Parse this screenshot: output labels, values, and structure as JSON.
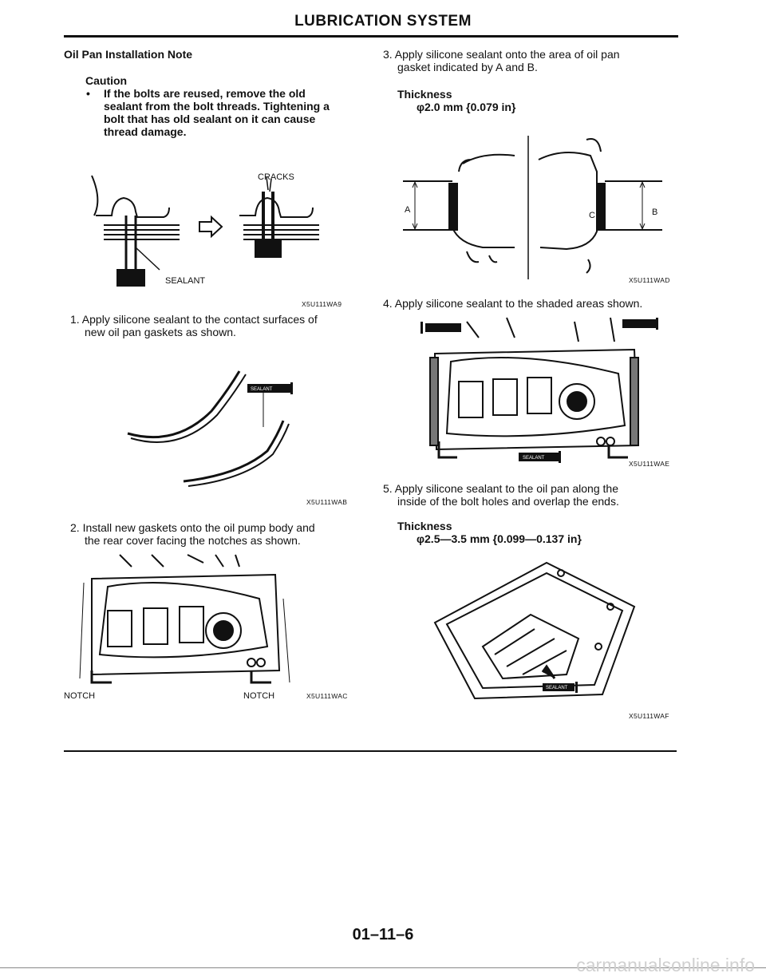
{
  "header": {
    "title": "LUBRICATION SYSTEM"
  },
  "left": {
    "section_title": "Oil Pan Installation Note",
    "caution_title": "Caution",
    "caution_bullet": "•",
    "caution_text": [
      "If the bolts are reused, remove the old",
      "sealant from the bolt threads. Tightening a",
      "bolt that has old sealant on it can cause",
      "thread damage."
    ],
    "fig1": {
      "label_cracks": "CRACKS",
      "label_sealant": "SEALANT",
      "id": "X5U111WA9"
    },
    "step1": [
      "1. Apply silicone sealant to the contact surfaces of",
      "new oil pan gaskets as shown."
    ],
    "fig2": {
      "id": "X5U111WAB",
      "tube_label": "SEALANT"
    },
    "step2": [
      "2. Install new gaskets onto the oil pump body and",
      "the rear cover facing the notches as shown."
    ],
    "fig3": {
      "label_notch_left": "NOTCH",
      "label_notch_right": "NOTCH",
      "id": "X5U111WAC"
    }
  },
  "right": {
    "step3": [
      "3. Apply silicone sealant onto the area of oil pan",
      "gasket indicated by A and B."
    ],
    "thickness1_label": "Thickness",
    "thickness1_value": "φ2.0 mm {0.079 in}",
    "fig4": {
      "label_a": "A",
      "label_b": "B",
      "label_c": "C",
      "id": "X5U111WAD"
    },
    "step4": "4. Apply silicone sealant to the shaded areas shown.",
    "fig5": {
      "id": "X5U111WAE",
      "tube_label": "SEALANT"
    },
    "step5": [
      "5. Apply silicone sealant to the oil pan along the",
      "inside of the bolt holes and overlap the ends."
    ],
    "thickness2_label": "Thickness",
    "thickness2_value": "φ2.5—3.5 mm {0.099—0.137 in}",
    "fig6": {
      "id": "X5U111WAF",
      "tube_label": "SEALANT"
    }
  },
  "footer": {
    "page_number": "01–11–6",
    "watermark": "carmanualsonline.info"
  },
  "colors": {
    "ink": "#111111",
    "paper": "#ffffff",
    "watermark": "#d0d0d0"
  }
}
